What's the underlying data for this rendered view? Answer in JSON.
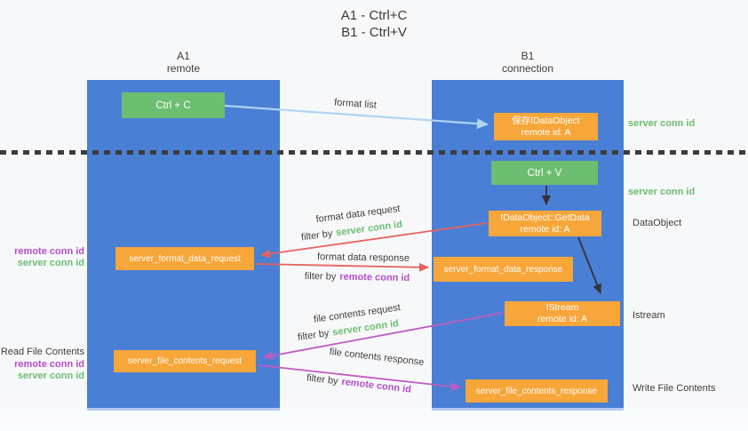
{
  "title": {
    "line1": "A1 - Ctrl+C",
    "line2": "B1 - Ctrl+V"
  },
  "columns": {
    "left": {
      "name": "A1",
      "role": "remote"
    },
    "right": {
      "name": "B1",
      "role": "connection"
    }
  },
  "boxes": {
    "ctrl_c": {
      "label": "Ctrl + C"
    },
    "save_dataobject": {
      "line1": "保存IDataObject",
      "line2": "remote id: A"
    },
    "ctrl_v": {
      "label": "Ctrl + V"
    },
    "getdata": {
      "line1": "IDataObject::GetData",
      "line2": "remote id: A"
    },
    "format_request": {
      "label": "server_format_data_request"
    },
    "format_response": {
      "label": "server_format_data_response"
    },
    "istream": {
      "line1": "IStream",
      "line2": "remote id: A"
    },
    "file_request": {
      "label": "server_file_contents_request"
    },
    "file_response": {
      "label": "server_file_contents_response"
    }
  },
  "arrows": {
    "format_list": {
      "label": "format list"
    },
    "format_request": {
      "line1": "format data request",
      "filter_prefix": "filter by",
      "filter_key": "server conn id"
    },
    "format_response": {
      "line1": "format data response",
      "filter_prefix": "filter by",
      "filter_key": "remote conn id"
    },
    "file_request": {
      "line1": "file contents request",
      "filter_prefix": "filter by",
      "filter_key": "server conn id"
    },
    "file_response": {
      "line1": "file contents response",
      "filter_prefix": "filter by",
      "filter_key": "remote conn id"
    }
  },
  "left_labels": {
    "format_remote": "remote conn id",
    "format_server": "server conn id",
    "read_file": "Read File Contents",
    "file_remote": "remote conn id",
    "file_server": "server conn id"
  },
  "right_labels": {
    "server_conn_top": "server conn id",
    "server_conn_mid": "server conn id",
    "dataobject": "DataObject",
    "istream": "Istream",
    "write_file": "Write File Contents"
  },
  "colors": {
    "column_blue": "#4a7fd6",
    "box_green": "#6cbe70",
    "box_orange": "#f7a63a",
    "arrow_light_blue": "#aed5f3",
    "arrow_red": "#e7625c",
    "arrow_magenta": "#bf5bc2",
    "arrow_black": "#333333",
    "text_green": "#6cbe70",
    "text_purple": "#b44ec8",
    "text_dark": "#3f3f3f"
  }
}
